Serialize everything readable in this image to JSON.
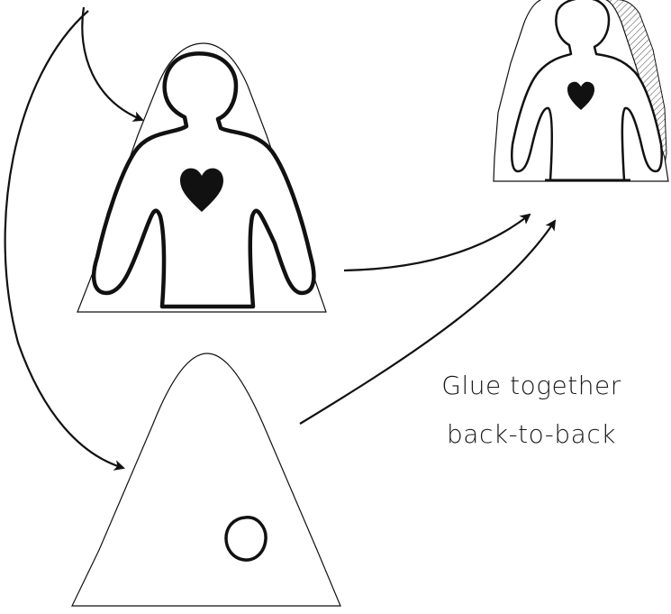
{
  "caption": {
    "line1": "Glue together",
    "line2": "back-to-back"
  },
  "colors": {
    "stroke": "#111111",
    "fill": "#ffffff",
    "hatch": "#444444"
  },
  "icons": {
    "heart": "heart-icon",
    "circle": "circle-mark"
  }
}
